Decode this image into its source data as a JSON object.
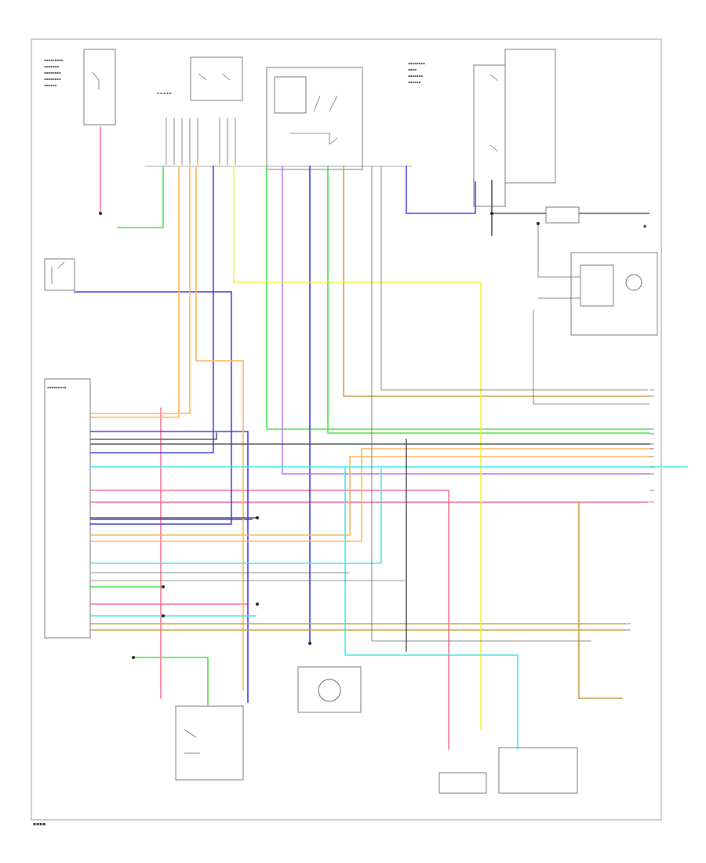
{
  "page": {
    "page_tag": "\u0000"
  },
  "colors": {
    "frame": "#9a9a9a",
    "wire_red": "#ff6f8f",
    "wire_green": "#46e046",
    "wire_blue": "#3a3aee",
    "wire_orange": "#ffb35a",
    "wire_yellow": "#f0f040",
    "wire_lightblue": "#3fe8e8",
    "wire_tan": "#c8a040",
    "wire_black": "#555555",
    "wire_violet": "#b078f0"
  },
  "components": [
    {
      "id": "underhood_fuse_left"
    },
    {
      "id": "ignition_switch"
    },
    {
      "id": "underhood_fuse_mid"
    },
    {
      "id": "underhood_fuse_right"
    },
    {
      "id": "battery"
    },
    {
      "id": "starter"
    },
    {
      "id": "remote_control_unit"
    },
    {
      "id": "ecm_pcm"
    },
    {
      "id": "clutch_interlock"
    },
    {
      "id": "transmission_range_switch"
    },
    {
      "id": "brake_pedal_switch"
    },
    {
      "id": "clutch_pedal_switch"
    },
    {
      "id": "ground_left"
    },
    {
      "id": "ground_right"
    }
  ]
}
